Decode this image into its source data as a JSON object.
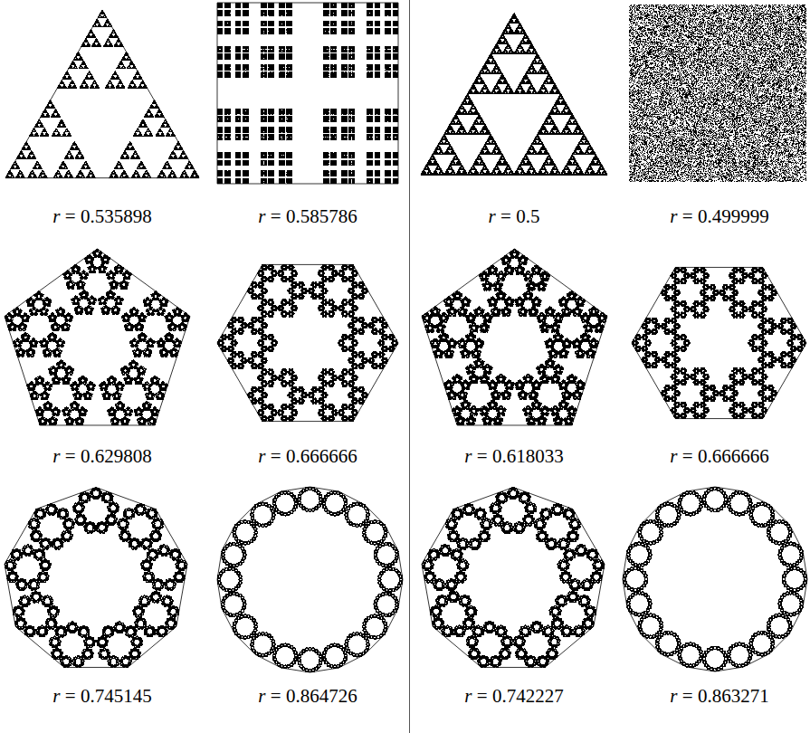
{
  "diagram": {
    "labels": [
      "r = 0.535898",
      "r = 0.585786",
      "r = 0.5",
      "r = 0.499999",
      "r = 0.629808",
      "r = 0.666666",
      "r = 0.618033",
      "r = 0.666666",
      "r = 0.745145",
      "r = 0.864726",
      "r = 0.742227",
      "r = 0.863271"
    ]
  }
}
